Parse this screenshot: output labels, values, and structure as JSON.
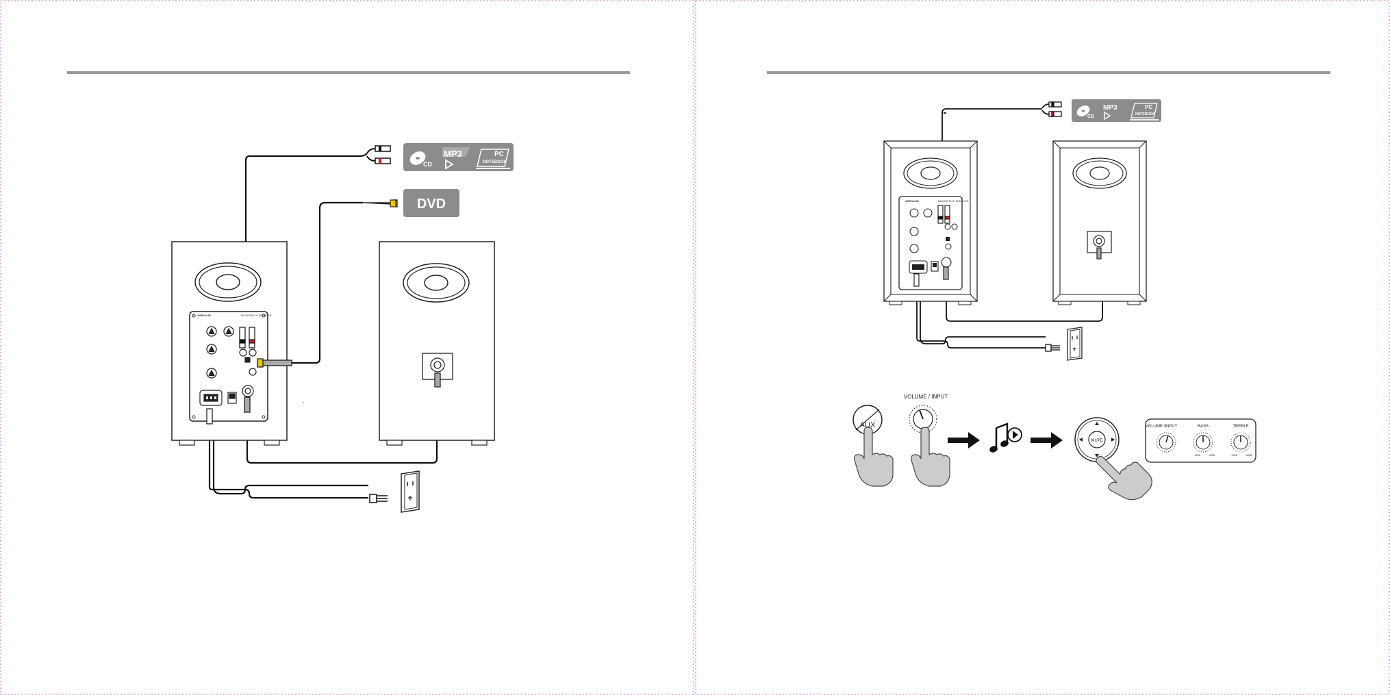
{
  "sources": {
    "cd_label": "CD",
    "mp3_label": "MP3",
    "pc_label": "PC",
    "notebook_label": "NOTEBOOK",
    "dvd_label": "DVD"
  },
  "speaker_panel": {
    "brand": "AIRPULSE",
    "model_text": "BOOKSHELF SPEAKER"
  },
  "steps": {
    "aux_label": "AUX",
    "volume_input_label": "VOLUME  / INPUT",
    "mute_label": "MUTE"
  },
  "knob_panel": {
    "volume_label": "VOLUME /INPUT",
    "bass_label": "BASS",
    "treble_label": "TREBLE",
    "bass_low": "-6DB",
    "bass_high": "+6DB",
    "treble_low": "-6DB",
    "treble_high": "+6DB"
  },
  "colors": {
    "rule": "#999999",
    "badge": "#8c8c8c",
    "page_border": "#c060c0",
    "line": "#111111"
  }
}
